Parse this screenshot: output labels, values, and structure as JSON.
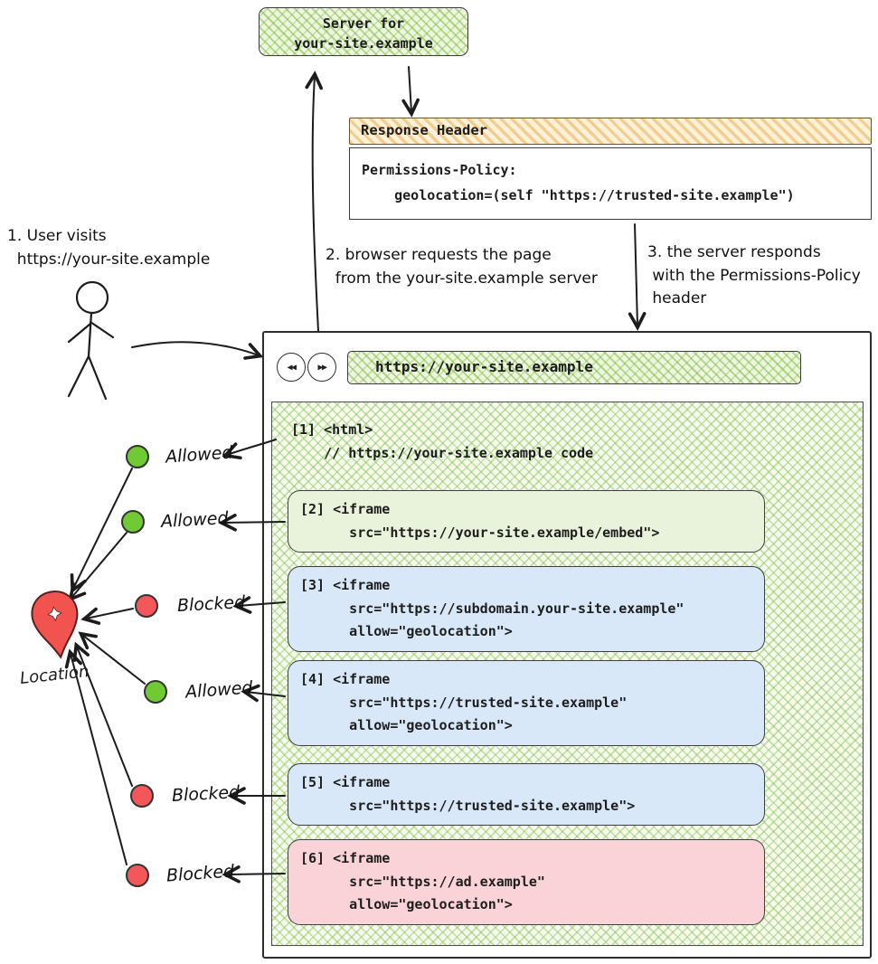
{
  "colors": {
    "allowed_green": "#6fca34",
    "blocked_red": "#f4575a",
    "pin_red": "#f1544f",
    "hatch_green": "#7ab93c",
    "iframe_green_bg": "#e9f2da",
    "iframe_blue_bg": "#d9e8f8",
    "iframe_pink_bg": "#f9d3d8",
    "header_orange_bg": "#fdf2d8",
    "ink": "#1d1d1d"
  },
  "server_box": {
    "line1": "Server for",
    "line2": "your-site.example"
  },
  "response_header": {
    "title": "Response Header",
    "line1": "Permissions-Policy:",
    "line2": "    geolocation=(self \"https://trusted-site.example\")"
  },
  "annotations": {
    "step1": {
      "line1": "1. User visits",
      "line2": "  https://your-site.example"
    },
    "step2": {
      "line1": "2. browser requests the page",
      "line2": "  from the your-site.example server"
    },
    "step3": {
      "line1": "3. the server responds",
      "line2": " with the Permissions-Policy",
      "line3": " header"
    }
  },
  "browser": {
    "url": "https://your-site.example",
    "icons": {
      "back": "◀◀",
      "forward": "▶▶"
    },
    "html_block": {
      "line1": "[1] <html>",
      "line2": "    // https://your-site.example code"
    },
    "iframes": [
      {
        "variant": "green",
        "lines": [
          "[2] <iframe",
          "      src=\"https://your-site.example/embed\">"
        ]
      },
      {
        "variant": "blue",
        "lines": [
          "[3] <iframe",
          "      src=\"https://subdomain.your-site.example\"",
          "      allow=\"geolocation\">"
        ]
      },
      {
        "variant": "blue",
        "lines": [
          "[4] <iframe",
          "      src=\"https://trusted-site.example\"",
          "      allow=\"geolocation\">"
        ]
      },
      {
        "variant": "blue",
        "lines": [
          "[5] <iframe",
          "      src=\"https://trusted-site.example\">"
        ]
      },
      {
        "variant": "pink",
        "lines": [
          "[6] <iframe",
          "      src=\"https://ad.example\"",
          "      allow=\"geolocation\">"
        ]
      }
    ]
  },
  "legend": {
    "location_label": "Location",
    "items": [
      {
        "status": "Allowed",
        "color": "green"
      },
      {
        "status": "Allowed",
        "color": "green"
      },
      {
        "status": "Blocked",
        "color": "red"
      },
      {
        "status": "Allowed",
        "color": "green"
      },
      {
        "status": "Blocked",
        "color": "red"
      },
      {
        "status": "Blocked",
        "color": "red"
      }
    ]
  }
}
